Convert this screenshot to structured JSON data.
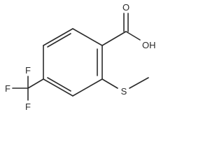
{
  "molecule": {
    "labels": {
      "oxygen_carbonyl": "O",
      "hydroxyl": "OH",
      "sulfur": "S",
      "fluorine_top": "F",
      "fluorine_left": "F",
      "fluorine_bottom": "F"
    },
    "colors": {
      "ink": "#2b2b2b",
      "background": "#ffffff"
    }
  }
}
